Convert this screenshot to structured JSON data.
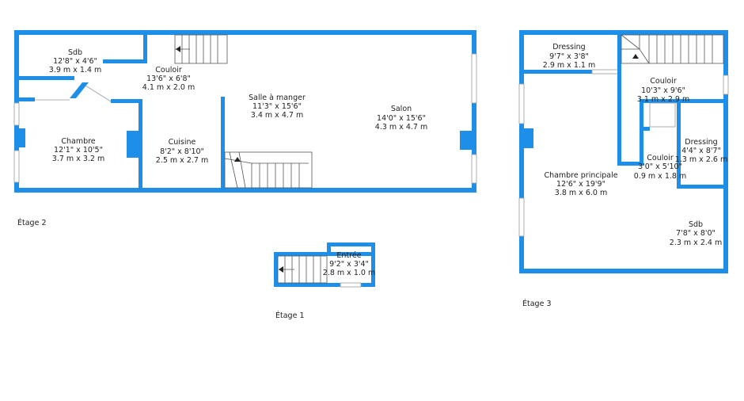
{
  "colors": {
    "wall": "#1e8fe8",
    "background": "#ffffff",
    "text": "#222222"
  },
  "floors": {
    "etage1": "Étage 1",
    "etage2": "Étage 2",
    "etage3": "Étage 3"
  },
  "rooms": {
    "sdb2": {
      "name": "Sdb",
      "imperial": "12'8\" x 4'6\"",
      "metric": "3.9 m x 1.4 m"
    },
    "couloir2": {
      "name": "Couloir",
      "imperial": "13'6\" x 6'8\"",
      "metric": "4.1 m x 2.0 m"
    },
    "salle": {
      "name": "Salle à manger",
      "imperial": "11'3\" x 15'6\"",
      "metric": "3.4 m x 4.7 m"
    },
    "salon": {
      "name": "Salon",
      "imperial": "14'0\" x 15'6\"",
      "metric": "4.3 m x 4.7 m"
    },
    "chambre": {
      "name": "Chambre",
      "imperial": "12'1\" x 10'5\"",
      "metric": "3.7 m x 3.2 m"
    },
    "cuisine": {
      "name": "Cuisine",
      "imperial": "8'2\" x 8'10\"",
      "metric": "2.5 m x 2.7 m"
    },
    "entree": {
      "name": "Entrée",
      "imperial": "9'2\" x 3'4\"",
      "metric": "2.8 m x 1.0 m"
    },
    "dressing3": {
      "name": "Dressing",
      "imperial": "9'7\" x 3'8\"",
      "metric": "2.9 m x 1.1 m"
    },
    "couloir3a": {
      "name": "Couloir",
      "imperial": "10'3\" x 9'6\"",
      "metric": "3.1 m x 2.9 m"
    },
    "dressing3b": {
      "name": "Dressing",
      "imperial": "4'4\" x 8'7\"",
      "metric": "1.3 m x 2.6 m"
    },
    "couloir3b": {
      "name": "Couloir",
      "imperial": "3'0\" x 5'10\"",
      "metric": "0.9 m x 1.8 m"
    },
    "chambrep": {
      "name": "Chambre principale",
      "imperial": "12'6\" x 19'9\"",
      "metric": "3.8 m x 6.0 m"
    },
    "sdb3": {
      "name": "Sdb",
      "imperial": "7'8\" x 8'0\"",
      "metric": "2.3 m x 2.4 m"
    }
  }
}
